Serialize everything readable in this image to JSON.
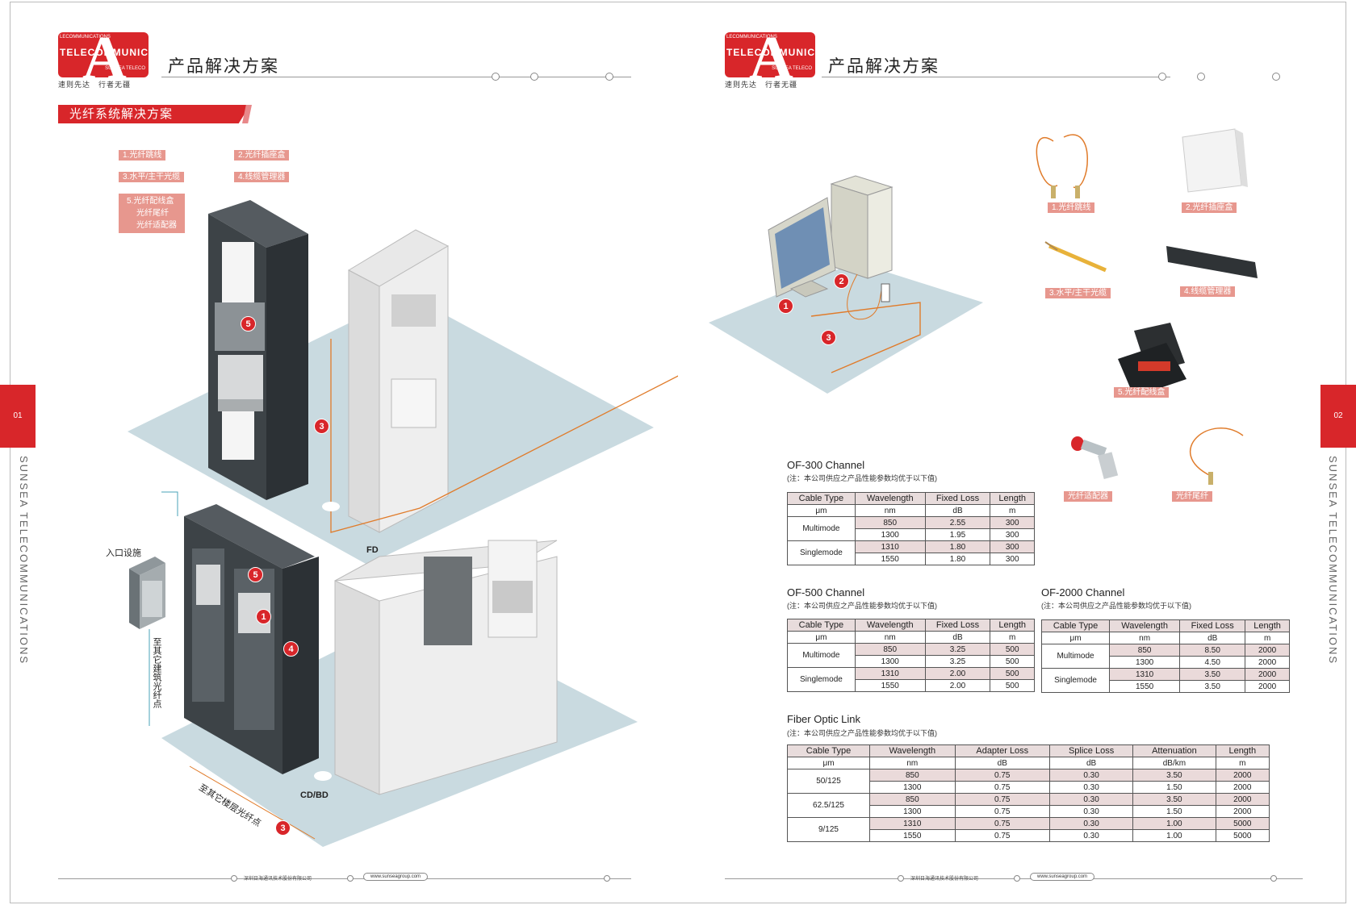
{
  "left_page": {
    "logo": {
      "band_text": "LECOMMUNICATIONS",
      "main_text": "TELECOMMUNICATI",
      "sub_text": "SUNSEA TELECO",
      "slogan": "速则先达　行者无疆"
    },
    "header_title": "产品解决方案",
    "section_banner": "光纤系统解决方案",
    "legend_tags": [
      "1.光纤跳线",
      "2.光纤插座盒",
      "3.水平/主干光缆",
      "4.线缆管理器"
    ],
    "legend_multi": [
      "5.光纤配线盒",
      "光纤尾纤",
      "光纤适配器"
    ],
    "labels": {
      "entrance": "入口设施",
      "to_building": "至其它建筑光纤点",
      "to_floor": "至其它楼层光纤点",
      "fd": "FD",
      "cdbd": "CD/BD"
    },
    "side_tab": "01",
    "side_text": "SUNSEA TELECOMMUNICATIONS",
    "footer": {
      "company": "深圳日海通讯技术股份有限公司",
      "url": "www.sunseagroup.com"
    }
  },
  "right_page": {
    "logo": {
      "band_text": "LECOMMUNICATIONS",
      "main_text": "TELECOMMUNICATI",
      "sub_text": "SUNSEA TELECO",
      "slogan": "速则先达　行者无疆"
    },
    "header_title": "产品解决方案",
    "side_tab": "02",
    "side_text": "SUNSEA TELECOMMUNICATIONS",
    "product_labels": [
      "1.光纤跳线",
      "2.光纤插座盒",
      "3.水平/主干光缆",
      "4.线缆管理器",
      "5.光纤配线盒",
      "光纤适配器",
      "光纤尾纤"
    ],
    "footer": {
      "company": "深圳日海通讯技术股份有限公司",
      "url": "www.sunseagroup.com"
    },
    "tables": {
      "of300": {
        "title": "OF-300 Channel",
        "note": "(注：本公司供应之产品性能参数均优于以下值)",
        "headers": [
          "Cable Type",
          "Wavelength",
          "Fixed Loss",
          "Length"
        ],
        "units": [
          "μm",
          "nm",
          "dB",
          "m"
        ],
        "groups": [
          {
            "type": "Multimode",
            "rows": [
              [
                "850",
                "2.55",
                "300"
              ],
              [
                "1300",
                "1.95",
                "300"
              ]
            ]
          },
          {
            "type": "Singlemode",
            "rows": [
              [
                "1310",
                "1.80",
                "300"
              ],
              [
                "1550",
                "1.80",
                "300"
              ]
            ]
          }
        ]
      },
      "of500": {
        "title": "OF-500 Channel",
        "note": "(注：本公司供应之产品性能参数均优于以下值)",
        "headers": [
          "Cable Type",
          "Wavelength",
          "Fixed Loss",
          "Length"
        ],
        "units": [
          "μm",
          "nm",
          "dB",
          "m"
        ],
        "groups": [
          {
            "type": "Multimode",
            "rows": [
              [
                "850",
                "3.25",
                "500"
              ],
              [
                "1300",
                "3.25",
                "500"
              ]
            ]
          },
          {
            "type": "Singlemode",
            "rows": [
              [
                "1310",
                "2.00",
                "500"
              ],
              [
                "1550",
                "2.00",
                "500"
              ]
            ]
          }
        ]
      },
      "of2000": {
        "title": "OF-2000 Channel",
        "note": "(注：本公司供应之产品性能参数均优于以下值)",
        "headers": [
          "Cable Type",
          "Wavelength",
          "Fixed Loss",
          "Length"
        ],
        "units": [
          "μm",
          "nm",
          "dB",
          "m"
        ],
        "groups": [
          {
            "type": "Multimode",
            "rows": [
              [
                "850",
                "8.50",
                "2000"
              ],
              [
                "1300",
                "4.50",
                "2000"
              ]
            ]
          },
          {
            "type": "Singlemode",
            "rows": [
              [
                "1310",
                "3.50",
                "2000"
              ],
              [
                "1550",
                "3.50",
                "2000"
              ]
            ]
          }
        ]
      },
      "link": {
        "title": "Fiber Optic Link",
        "note": "(注：本公司供应之产品性能参数均优于以下值)",
        "headers": [
          "Cable Type",
          "Wavelength",
          "Adapter Loss",
          "Splice Loss",
          "Attenuation",
          "Length"
        ],
        "units": [
          "μm",
          "nm",
          "dB",
          "dB",
          "dB/km",
          "m"
        ],
        "groups": [
          {
            "type": "50/125",
            "rows": [
              [
                "850",
                "0.75",
                "0.30",
                "3.50",
                "2000"
              ],
              [
                "1300",
                "0.75",
                "0.30",
                "1.50",
                "2000"
              ]
            ]
          },
          {
            "type": "62.5/125",
            "rows": [
              [
                "850",
                "0.75",
                "0.30",
                "3.50",
                "2000"
              ],
              [
                "1300",
                "0.75",
                "0.30",
                "1.50",
                "2000"
              ]
            ]
          },
          {
            "type": "9/125",
            "rows": [
              [
                "1310",
                "0.75",
                "0.30",
                "1.00",
                "5000"
              ],
              [
                "1550",
                "0.75",
                "0.30",
                "1.00",
                "5000"
              ]
            ]
          }
        ]
      }
    }
  },
  "callouts": [
    "1",
    "2",
    "3",
    "4",
    "5"
  ],
  "colors": {
    "brand_red": "#d8262a",
    "tag_pink": "#e7978e",
    "floor_blue": "#c9dae0",
    "fiber_orange": "#e07b2a",
    "rack_dark": "#3d4347"
  }
}
